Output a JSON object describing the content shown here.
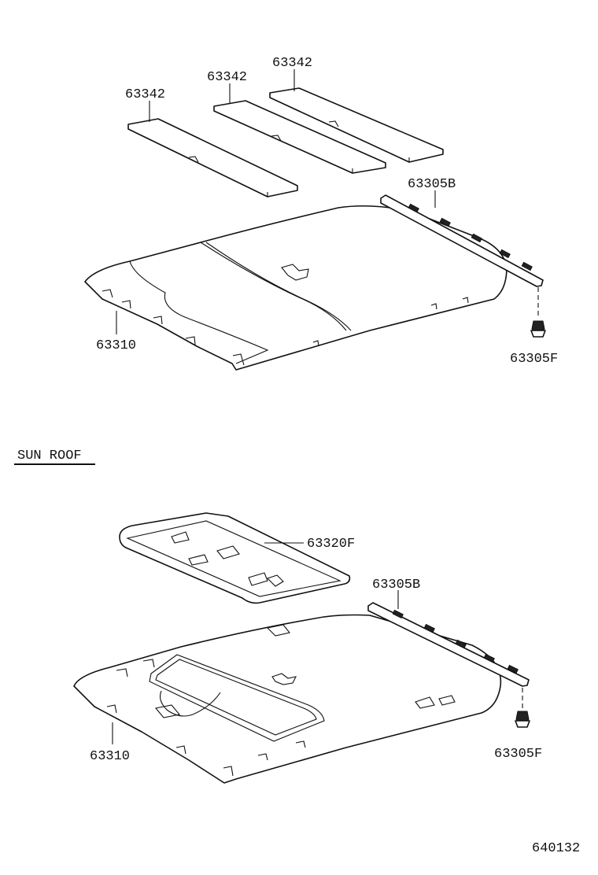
{
  "labels": {
    "pad_a": "63342",
    "pad_b": "63342",
    "pad_c": "63342",
    "rail_top": "63305B",
    "clip_top": "63305F",
    "headliner_top": "63310",
    "sun_roof": "SUN ROOF",
    "sunshade": "63320F",
    "rail_bottom": "63305B",
    "clip_bottom": "63305F",
    "headliner_bottom": "63310",
    "figure_code": "640132"
  }
}
